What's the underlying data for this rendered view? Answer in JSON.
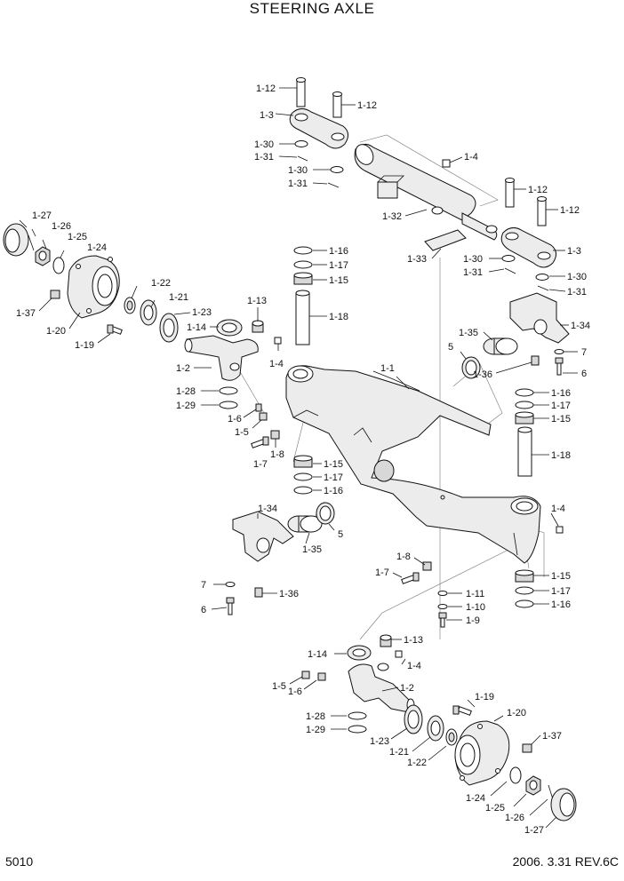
{
  "title": "STEERING AXLE",
  "page_number": "5010",
  "revision": "2006. 3.31  REV.6C",
  "labels": {
    "a1": "1-12",
    "a2": "1-12",
    "a3": "1-3",
    "a4": "1-30",
    "a5": "1-31",
    "a6": "1-30",
    "a7": "1-31",
    "a8": "1-4",
    "a9": "1-12",
    "a10": "1-12",
    "a11": "1-32",
    "a12": "1-33",
    "a13": "1-3",
    "a14": "1-30",
    "a15": "1-31",
    "a16": "1-30",
    "a17": "1-31",
    "b1": "1-27",
    "b2": "1-26",
    "b3": "1-25",
    "b4": "1-24",
    "b5": "1-22",
    "b6": "1-21",
    "b7": "1-37",
    "b8": "1-20",
    "b9": "1-23",
    "b10": "1-19",
    "c1": "1-13",
    "c2": "1-14",
    "c3": "1-4",
    "c4": "1-2",
    "c5": "1-28",
    "c6": "1-29",
    "c7": "1-6",
    "c8": "1-5",
    "c9": "1-8",
    "c10": "1-7",
    "d1": "1-16",
    "d2": "1-17",
    "d3": "1-15",
    "d4": "1-18",
    "d5": "1-1",
    "d6": "1-15",
    "d7": "1-17",
    "d8": "1-16",
    "e1": "1-35",
    "e2": "5",
    "e3": "1-34",
    "e4": "1-36",
    "e5": "7",
    "e6": "6",
    "f1": "1-16",
    "f2": "1-17",
    "f3": "1-15",
    "f4": "1-18",
    "f5": "1-4",
    "g1": "1-34",
    "g2": "5",
    "g3": "1-35",
    "g4": "7",
    "g5": "1-36",
    "g6": "6",
    "h1": "1-8",
    "h2": "1-7",
    "h3": "1-15",
    "h4": "1-17",
    "h5": "1-16",
    "h6": "1-11",
    "h7": "1-10",
    "h8": "1-9",
    "i1": "1-13",
    "i2": "1-14",
    "i3": "1-4",
    "i4": "1-5",
    "i5": "1-6",
    "i6": "1-2",
    "i7": "1-28",
    "i8": "1-29",
    "i9": "1-23",
    "i10": "1-21",
    "i11": "1-22",
    "j1": "1-19",
    "j2": "1-20",
    "j3": "1-37",
    "j4": "1-24",
    "j5": "1-25",
    "j6": "1-26",
    "j7": "1-27"
  }
}
